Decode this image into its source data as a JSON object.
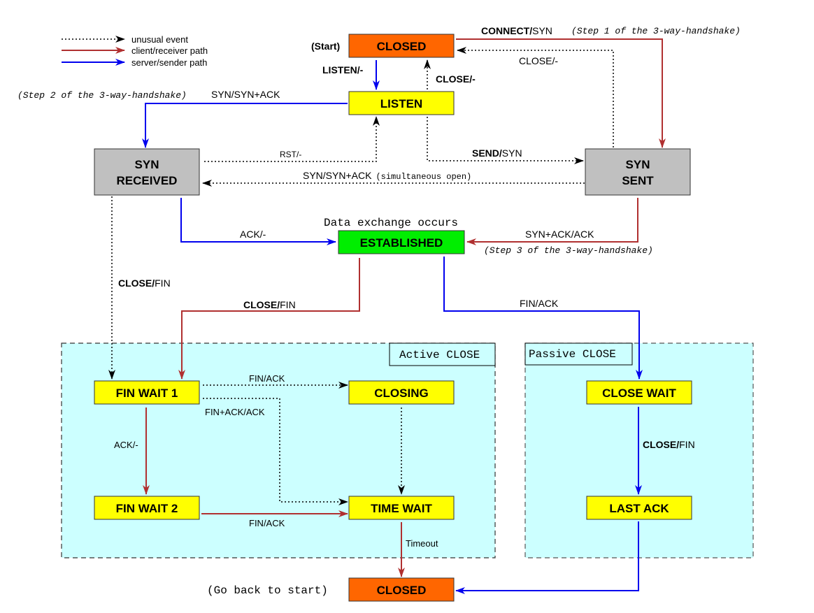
{
  "title": "TCP connection state diagram",
  "colors": {
    "closed": "#ff6600",
    "listen": "#ffff00",
    "syn": "#c0c0c0",
    "established": "#00ee00",
    "wait": "#ffff00",
    "region_fill": "#ccffff",
    "client_path": "#b03030",
    "server_path": "#0000ee",
    "unusual": "#000000"
  },
  "legend": [
    {
      "style": "dotted",
      "label": "unusual event"
    },
    {
      "style": "client",
      "label": "client/receiver path"
    },
    {
      "style": "server",
      "label": "server/sender path"
    }
  ],
  "states": {
    "closed_top": "CLOSED",
    "listen": "LISTEN",
    "syn_received_1": "SYN",
    "syn_received_2": "RECEIVED",
    "syn_sent_1": "SYN",
    "syn_sent_2": "SENT",
    "established": "ESTABLISHED",
    "fin_wait_1": "FIN WAIT 1",
    "fin_wait_2": "FIN WAIT 2",
    "closing": "CLOSING",
    "time_wait": "TIME WAIT",
    "close_wait": "CLOSE WAIT",
    "last_ack": "LAST ACK",
    "closed_bottom": "CLOSED"
  },
  "annotations": {
    "start": "(Start)",
    "go_back": "(Go back to start)",
    "data_exchange": "Data exchange occurs",
    "step1": "(Step 1 of the 3-way-handshake)",
    "step2": "(Step 2 of the 3-way-handshake)",
    "step3": "(Step 3 of the 3-way-handshake)",
    "simultaneous": "(simultaneous open)",
    "active_close": "Active CLOSE",
    "passive_close": "Passive CLOSE"
  },
  "transitions": {
    "connect_b": "CONNECT/",
    "connect_r": "SYN",
    "listen": "LISTEN/-",
    "close_listen": "CLOSE/-",
    "close_synsent": "CLOSE/-",
    "syn_synack": "SYN/SYN+ACK",
    "rst": "RST/-",
    "send_b": "SEND/",
    "send_r": "SYN",
    "syn_synack_sim": "SYN/SYN+ACK",
    "ack": "ACK/-",
    "synack_ack": "SYN+ACK/ACK",
    "close_fin_synrcvd_b": "CLOSE/",
    "close_fin_synrcvd_r": "FIN",
    "close_fin_est_b": "CLOSE/",
    "close_fin_est_r": "FIN",
    "fin_ack_est": "FIN/ACK",
    "fin_ack_closing": "FIN/ACK",
    "finack_ack": "FIN+ACK/ACK",
    "ack_fw2": "ACK/-",
    "fin_ack_tw": "FIN/ACK",
    "timeout": "Timeout",
    "close_fin_cw_b": "CLOSE/",
    "close_fin_cw_r": "FIN"
  }
}
